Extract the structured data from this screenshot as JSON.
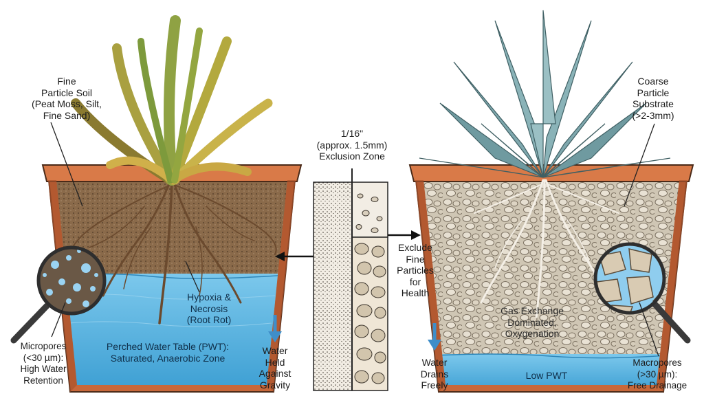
{
  "labels": {
    "fine_particle_soil": "Fine\nParticle Soil\n(Peat Moss, Silt,\nFine Sand)",
    "coarse_particle_substrate": "Coarse\nParticle\nSubstrate\n(>2-3mm)",
    "exclusion_zone": "1/16\"\n(approx. 1.5mm)\nExclusion Zone",
    "exclude_fine_particles": "Exclude\nFine\nParticles\nfor\nHealth",
    "hypoxia": "Hypoxia &\nNecrosis\n(Root Rot)",
    "perched_water_table": "Perched Water Table (PWT):\nSaturated, Anaerobic Zone",
    "micropores": "Micropores\n(<30 µm):\nHigh Water\nRetention",
    "water_held": "Water\nHeld\nAgainst\nGravity",
    "gas_exchange": "Gas Exchange\nDominated,\nOxygenation",
    "water_drains": "Water\nDrains\nFreely",
    "low_pwt": "Low PWT",
    "macropores": "Macropores\n(>30 µm):\nFree Drainage"
  },
  "colors": {
    "pot_terracotta": "#c8683a",
    "pot_rim": "#d97a48",
    "fine_soil": "#8a6a4a",
    "coarse_gravel": "#d8d0c0",
    "water": "#5fb7e3",
    "water_dark": "#3d9fd3",
    "yellow_leaf": "#c9b34a",
    "agave_leaf": "#6f9aa0",
    "arrow_blue": "#3f8ec9",
    "root": "#6b4a2e",
    "root_light": "#efe6d6"
  },
  "icons": [
    "magnifier-icon",
    "magnifier-icon",
    "down-arrow-icon",
    "down-arrow-icon",
    "left-arrow-icon",
    "right-arrow-icon"
  ]
}
